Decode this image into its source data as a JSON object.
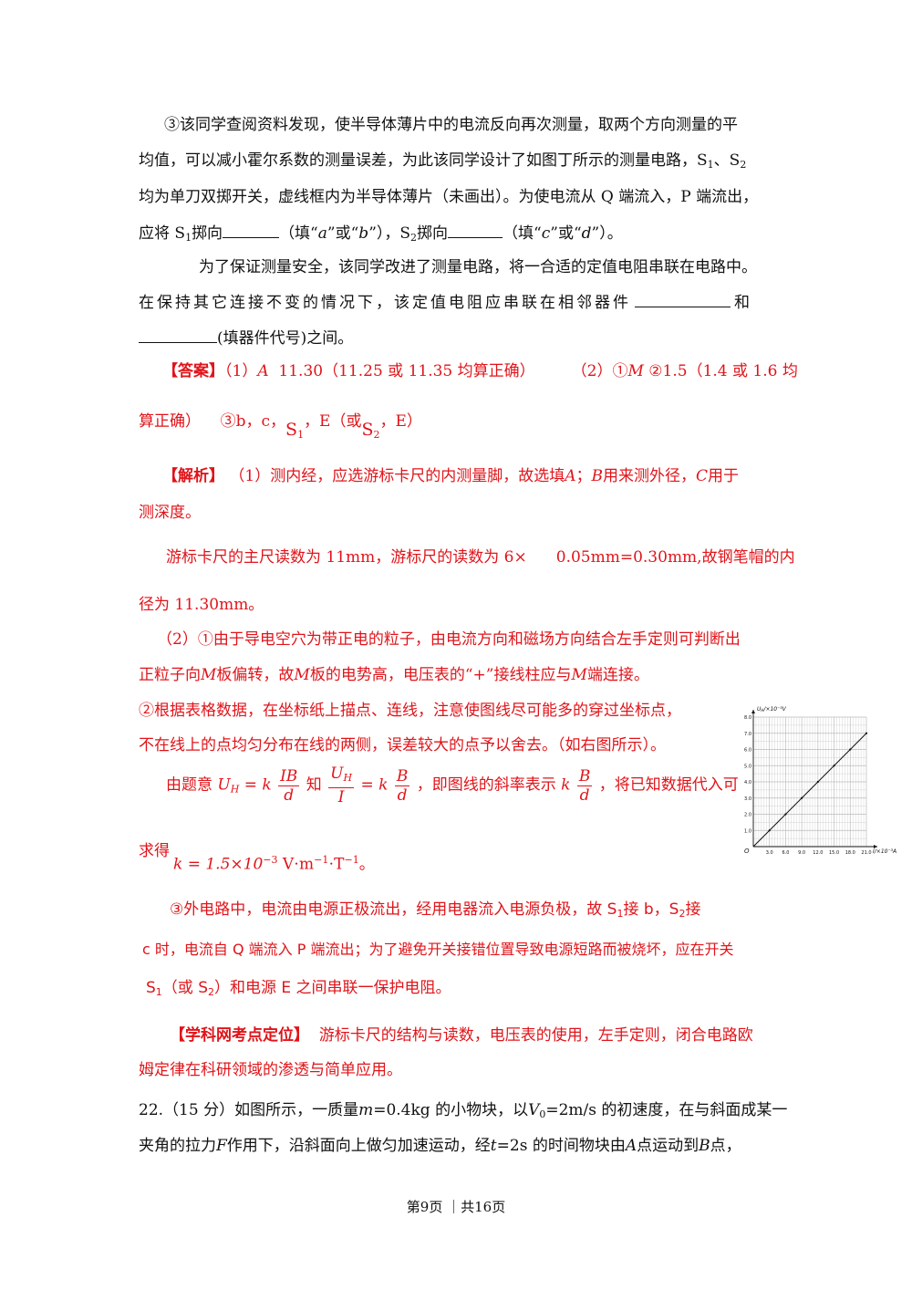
{
  "para1": {
    "line1": "③该同学查阅资料发现，使半导体薄片中的电流反向再次测量，取两个方向测量的平",
    "line2": "均值，可以减小霍尔系数的测量误差，为此该同学设计了如图丁所示的测量电路，S",
    "line2_s1": "1",
    "line2_sep": "、S",
    "line2_s2": "2",
    "line3": "均为单刀双掷开关，虚线框内为半导体薄片（未画出）。为使电流从 Q 端流入，P 端流出，",
    "line4_a": "应将 S",
    "line4_sub1": "1",
    "line4_b": "掷向",
    "line4_c": "（填“",
    "line4_a_it": "a",
    "line4_d": "”或“",
    "line4_b_it": "b",
    "line4_e": "”），S",
    "line4_sub2": "2",
    "line4_f": "掷向",
    "line4_g": "（填“",
    "line4_c_it": "c",
    "line4_h": "”或“",
    "line4_d_it": "d",
    "line4_i": "”）。"
  },
  "para2": {
    "line1": "为了保证测量安全，该同学改进了测量电路，将一合适的定值电阻串联在电路中。",
    "line2": "在保持其它连接不变的情况下，该定值电阻应串联在相邻器件",
    "line2_end": "和",
    "line3": "(填器件代号)之间。"
  },
  "answer": {
    "label": "【答案】",
    "line1_a": "（1）",
    "line1_A": "A",
    "line1_b": "11.30（11.25 或 11.35 均算正确）",
    "line1_c": "（2）①",
    "line1_M": "M",
    "line1_d": "②1.5（1.4 或 1.6 均",
    "line2_a": "算正确）",
    "line2_b": "③b，c，",
    "line2_S": "S",
    "line2_s1": "1",
    "line2_c": "，E（或",
    "line2_S2": "S",
    "line2_s2": "2",
    "line2_d": "，E）"
  },
  "analysis": {
    "label": "【解析】",
    "l1_a": "（1）测内经，应选游标卡尺的内测量脚，故选填",
    "l1_A": "A",
    "l1_b": "；",
    "l1_B": "B",
    "l1_c": "用来测外径，",
    "l1_C": "C",
    "l1_d": "用于",
    "l2": "测深度。",
    "l3_a": "游标卡尺的主尺读数为 11mm，游标尺的读数为 6×",
    "l3_b": "0.05mm=0.30mm,故钢笔帽的内",
    "l4": "径为 11.30mm。",
    "l5": "（2）①由于导电空穴为带正电的粒子，由电流方向和磁场方向结合左手定则可判断出",
    "l6_a": "正粒子向",
    "l6_M1": "M",
    "l6_b": "板偏转，故",
    "l6_M2": "M",
    "l6_c": "板的电势高，电压表的“+”接线柱应与",
    "l6_M3": "M",
    "l6_d": "端连接。",
    "l7": "②根据表格数据，在坐标纸上描点、连线，注意使图线尽可能多的穿过坐标点，",
    "l8": "不在线上的点均匀分布在线的两侧，误差较大的点予以舍去。（如右图所示）。",
    "l9_a": "由题意",
    "f_UH": "U",
    "f_H": "H",
    "f_eq": " = k",
    "f1_num": "IB",
    "f1_den": "d",
    "l9_b": "知",
    "f2_num": "U",
    "f2_numsub": "H",
    "f2_den": "I",
    "f_eq2": " = k",
    "f3_num": "B",
    "f3_den": "d",
    "l9_c": "，即图线的斜率表示",
    "f4_k": "k",
    "f4_num": "B",
    "f4_den": "d",
    "l9_d": "，将已知数据代入可",
    "l10_a": "求得",
    "l10_b": "k = 1.5×10",
    "l10_exp": "−3",
    "l10_c": " V⋅m",
    "l10_exp2": "−1",
    "l10_d": "⋅T",
    "l10_exp3": "−1",
    "l10_e": "。",
    "l11_a": "③外电路中，电流由电源正极流出，经用电器流入电源负极，故 S",
    "l11_s1": "1",
    "l11_b": "接 b，S",
    "l11_s2": "2",
    "l11_c": "接",
    "l12": "c 时，电流自 Q 端流入 P 端流出；为了避免开关接错位置导致电源短路而被烧坏，应在开关",
    "l13_a": "S",
    "l13_s1": "1",
    "l13_b": "（或 S",
    "l13_s2": "2",
    "l13_c": "）和电源 E 之间串联一保护电阻。"
  },
  "kaodian": {
    "label": "【学科网考点定位】",
    "line1": "游标卡尺的结构与读数，电压表的使用，左手定则，闭合电路欧",
    "line2": "姆定律在科研领域的渗透与简单应用。"
  },
  "q22": {
    "line1_a": "22.（15 分）如图所示，一质量",
    "m": "m",
    "line1_b": "=0.4kg 的小物块，以",
    "V": "V",
    "Vsub": "0",
    "line1_c": "=2m/s 的初速度，在与斜面成某一",
    "line2_a": "夹角的拉力",
    "F": "F",
    "line2_b": "作用下，沿斜面向上做匀加速运动，经",
    "t": "t",
    "line2_c": "=2s 的时间物块由",
    "A": "A",
    "line2_d": "点运动到",
    "B": "B",
    "line2_e": "点，"
  },
  "graph": {
    "ylabel": "U",
    "ylabel_sub": "H",
    "ylabel_rest": "/×10⁻³V",
    "xlabel": "I/×10⁻³A",
    "origin": "O",
    "yticks": [
      "1.0",
      "2.0",
      "3.0",
      "4.0",
      "5.0",
      "6.0",
      "7.0",
      "8.0"
    ],
    "xticks": [
      "3.0",
      "6.0",
      "9.0",
      "12.0",
      "15.0",
      "18.0",
      "21.0"
    ]
  },
  "chart_data": {
    "type": "line",
    "xlabel": "I/×10⁻³A",
    "ylabel": "U_H/×10⁻³V",
    "x": [
      0,
      3.0,
      6.0,
      9.0,
      12.0,
      15.0,
      18.0,
      21.0
    ],
    "values": [
      0,
      1.0,
      2.0,
      3.0,
      4.0,
      5.0,
      6.0,
      7.0
    ],
    "xlim": [
      0,
      21
    ],
    "ylim": [
      0,
      8
    ],
    "grid": true
  },
  "footer": {
    "text": "第9页 ｜共16页"
  }
}
